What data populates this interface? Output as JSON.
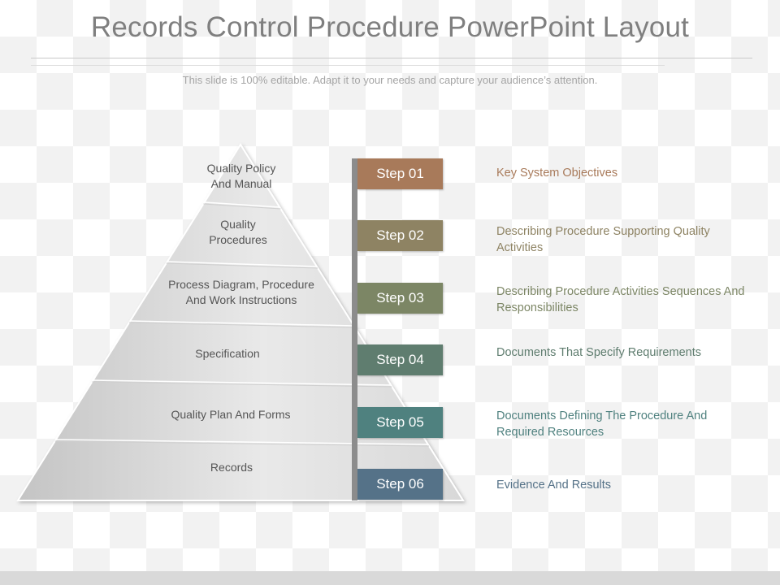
{
  "title": "Records Control Procedure PowerPoint Layout",
  "subtitle": "This slide is 100% editable. Adapt it to your needs and capture your audience’s attention.",
  "pyramid": {
    "levels": [
      "Quality Policy\nAnd Manual",
      "Quality\nProcedures",
      "Process Diagram, Procedure\nAnd Work Instructions",
      "Specification",
      "Quality Plan And Forms",
      "Records"
    ]
  },
  "steps": [
    {
      "label": "Step 01",
      "color": "#a87a5a",
      "text": "Key System Objectives",
      "text_color": "#a87a5a"
    },
    {
      "label": "Step 02",
      "color": "#8e8363",
      "text": "Describing Procedure Supporting Quality Activities",
      "text_color": "#8e8363"
    },
    {
      "label": "Step 03",
      "color": "#7c8665",
      "text": "Describing Procedure Activities Sequences And Responsibilities",
      "text_color": "#7c8665"
    },
    {
      "label": "Step 04",
      "color": "#5f7d6f",
      "text": "Documents That Specify Requirements",
      "text_color": "#5f7d6f"
    },
    {
      "label": "Step 05",
      "color": "#4f817f",
      "text": "Documents Defining The Procedure And Required Resources",
      "text_color": "#4f817f"
    },
    {
      "label": "Step 06",
      "color": "#557288",
      "text": "Evidence And Results",
      "text_color": "#557288"
    }
  ]
}
